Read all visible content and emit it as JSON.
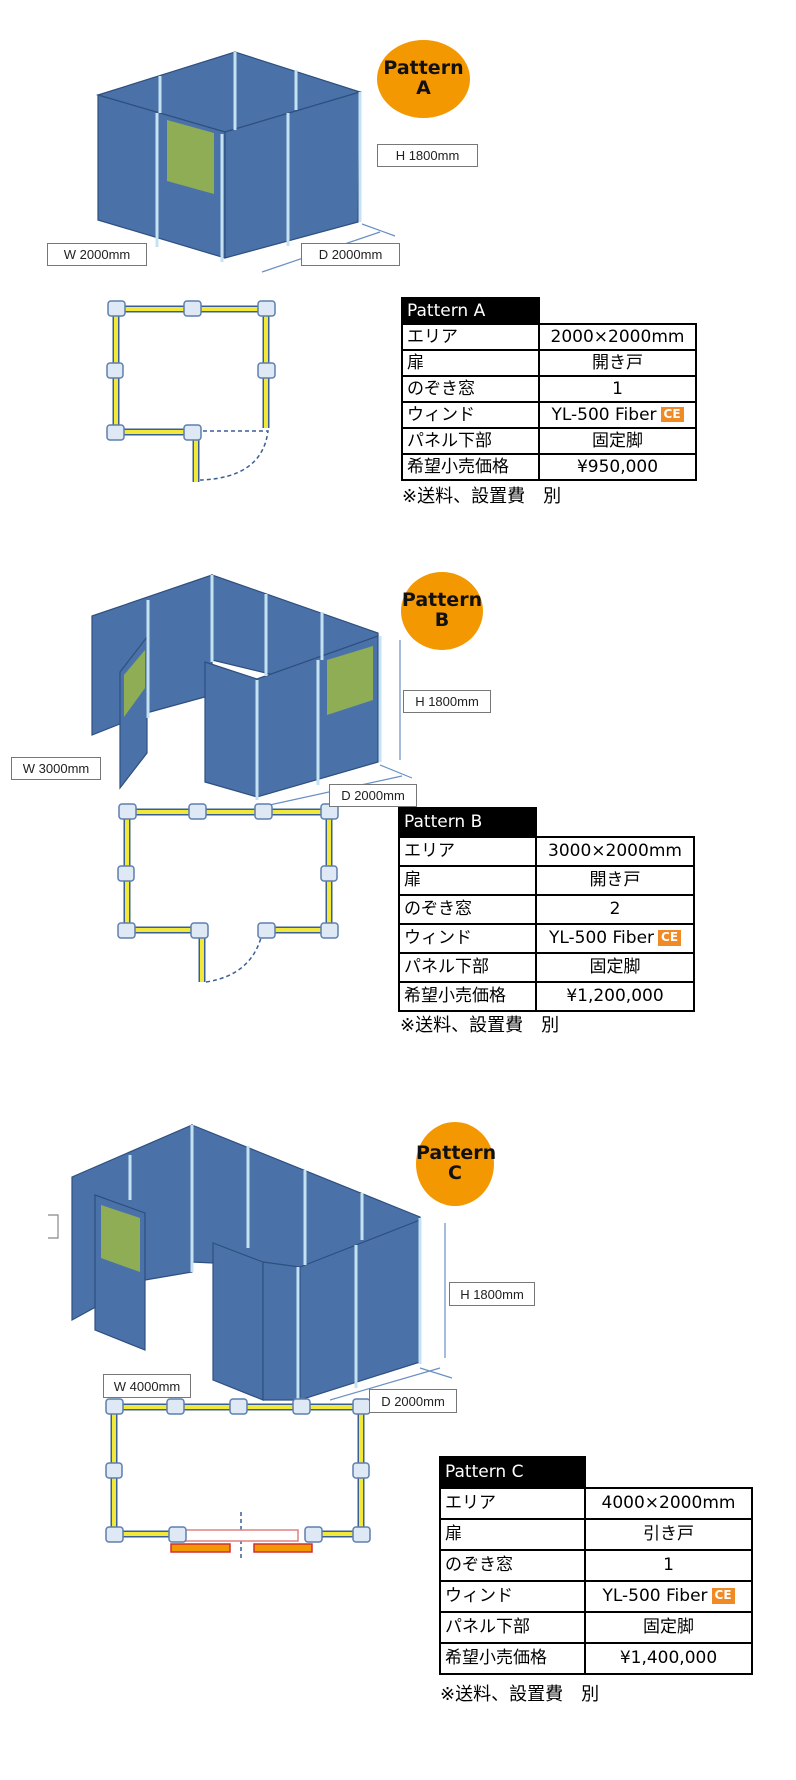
{
  "colors": {
    "panel": "#4a72a8",
    "post": "#b9dcef",
    "window": "#8fad55",
    "badge": "#f39800",
    "rail": "#f2e83a",
    "ce": "#f08a24"
  },
  "ce_mark": "CE",
  "patterns": [
    {
      "badge": {
        "line1": "Pattern",
        "line2": "A"
      },
      "dims": {
        "h": "H 1800mm",
        "w": "W 2000mm",
        "d": "D 2000mm"
      },
      "table": {
        "header": "Pattern A",
        "rows": [
          {
            "label": "エリア",
            "value": "2000×2000mm"
          },
          {
            "label": "扉",
            "value": "開き戸"
          },
          {
            "label": "のぞき窓",
            "value": "1"
          },
          {
            "label": "ウィンド",
            "value": "YL-500 Fiber"
          },
          {
            "label": "パネル下部",
            "value": "固定脚"
          },
          {
            "label": "希望小売価格",
            "value": "¥950,000"
          }
        ]
      },
      "note": "※送料、設置費　別"
    },
    {
      "badge": {
        "line1": "Pattern",
        "line2": "B"
      },
      "dims": {
        "h": "H 1800mm",
        "w": "W 3000mm",
        "d": "D 2000mm"
      },
      "table": {
        "header": "Pattern B",
        "rows": [
          {
            "label": "エリア",
            "value": "3000×2000mm"
          },
          {
            "label": "扉",
            "value": "開き戸"
          },
          {
            "label": "のぞき窓",
            "value": "2"
          },
          {
            "label": "ウィンド",
            "value": "YL-500 Fiber"
          },
          {
            "label": "パネル下部",
            "value": "固定脚"
          },
          {
            "label": "希望小売価格",
            "value": "¥1,200,000"
          }
        ]
      },
      "note": "※送料、設置費　別"
    },
    {
      "badge": {
        "line1": "Pattern",
        "line2": "C"
      },
      "dims": {
        "h": "H 1800mm",
        "w": "W 4000mm",
        "d": "D 2000mm"
      },
      "table": {
        "header": "Pattern C",
        "rows": [
          {
            "label": "エリア",
            "value": "4000×2000mm"
          },
          {
            "label": "扉",
            "value": "引き戸"
          },
          {
            "label": "のぞき窓",
            "value": "1"
          },
          {
            "label": "ウィンド",
            "value": "YL-500 Fiber"
          },
          {
            "label": "パネル下部",
            "value": "固定脚"
          },
          {
            "label": "希望小売価格",
            "value": "¥1,400,000"
          }
        ]
      },
      "note": "※送料、設置費　別"
    }
  ]
}
